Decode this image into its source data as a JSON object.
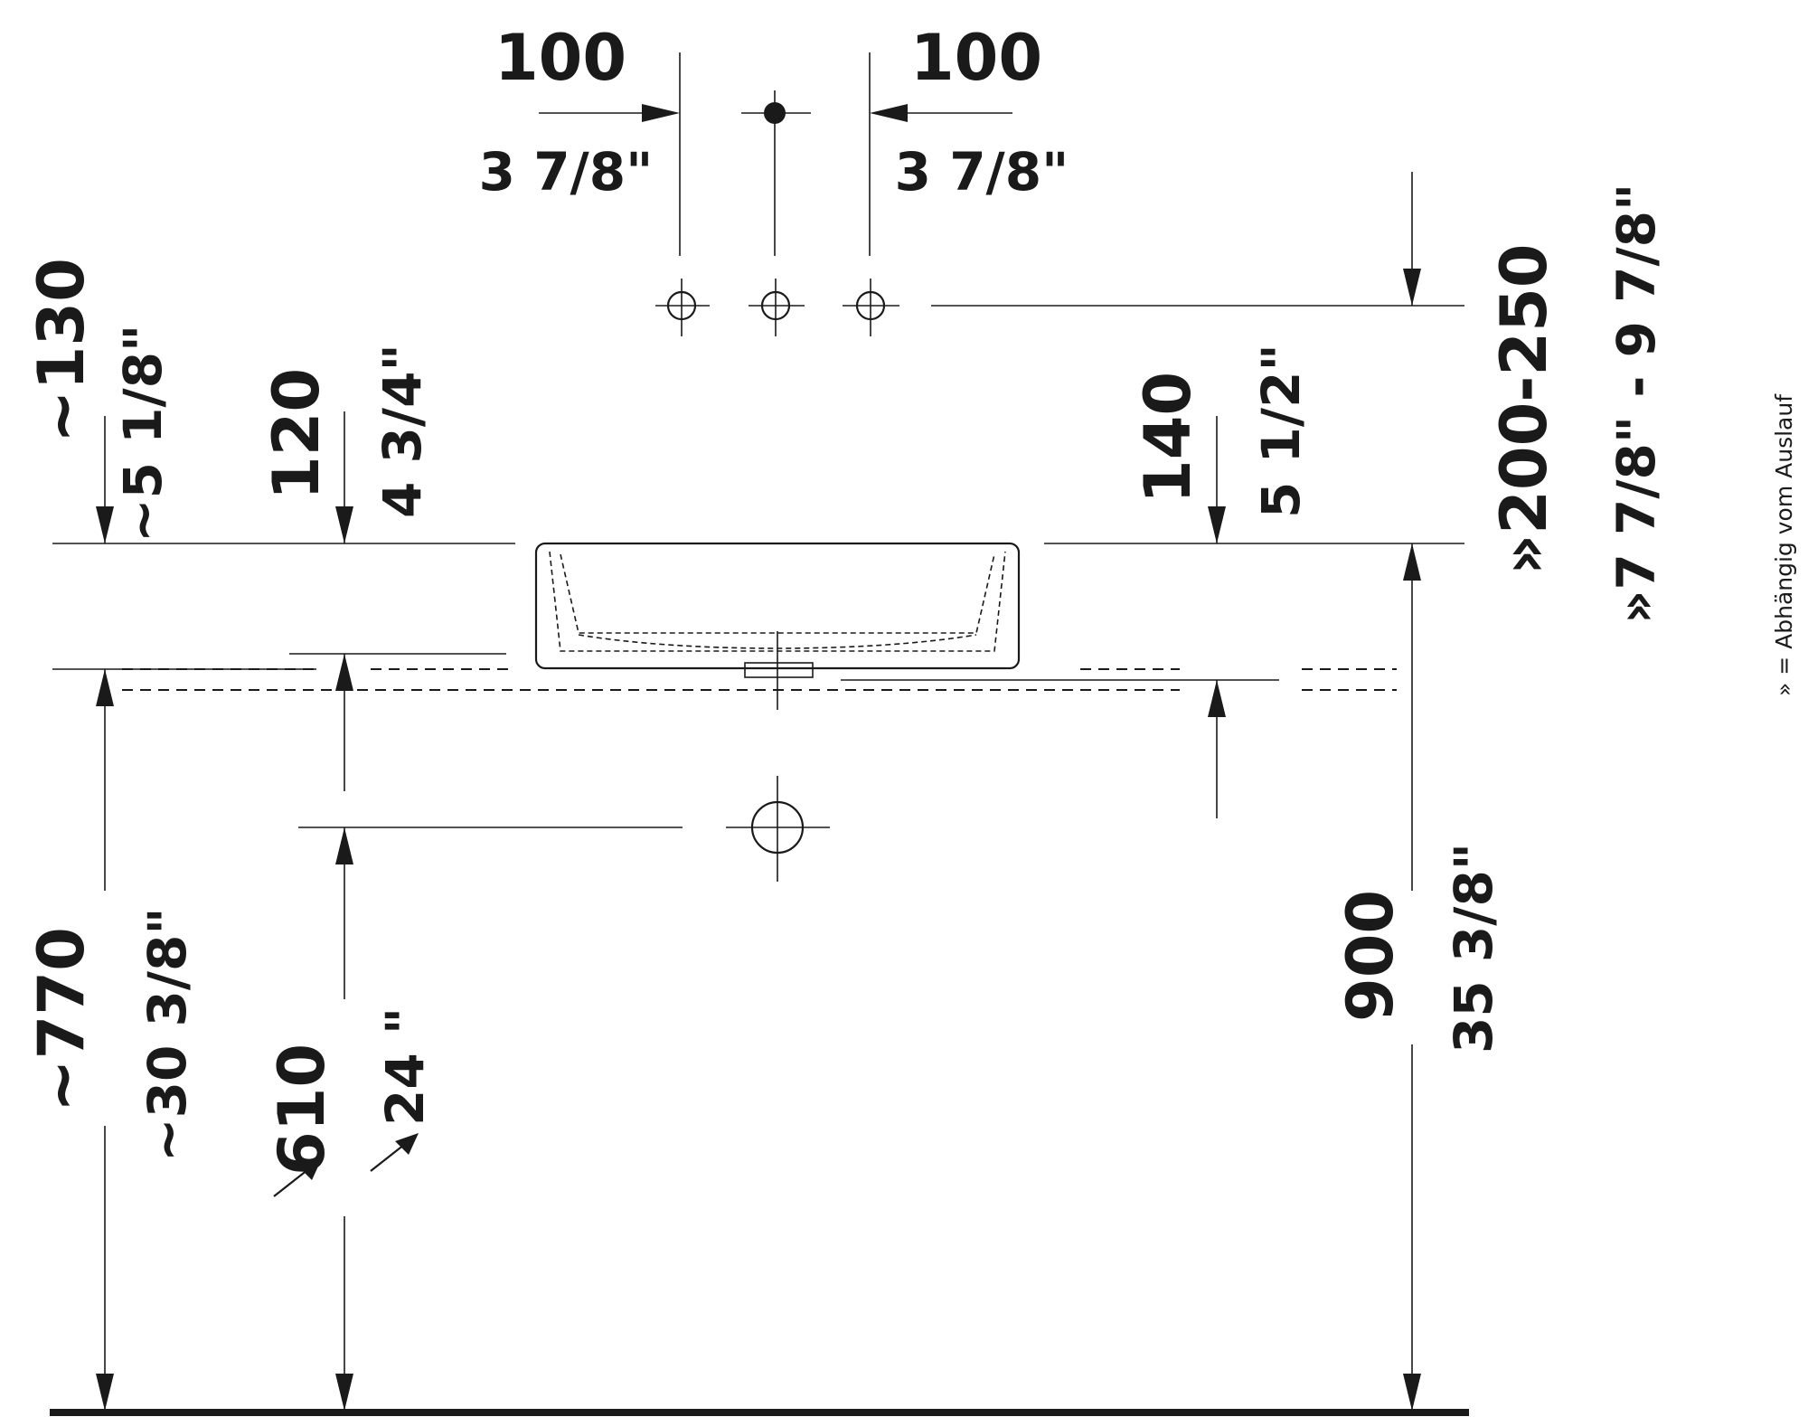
{
  "dimensions": {
    "spacing_left_mm": "100",
    "spacing_left_in": "3 7/8\"",
    "spacing_right_mm": "100",
    "spacing_right_in": "3 7/8\"",
    "rim_to_top_left_mm": "~130",
    "rim_to_top_left_in": "~5 1/8\"",
    "tap_height_mm": "120",
    "tap_height_in": "4 3/4\"",
    "basin_height_mm": "140",
    "basin_height_in": "5 1/2\"",
    "tap_range_mm": "»200-250",
    "tap_range_in": "»7 7/8\" - 9 7/8\"",
    "counter_height_mm": "~770",
    "counter_height_in": "~30 3/8\"",
    "drain_height_mm": "610",
    "drain_height_in": "24 \"",
    "rim_height_mm": "900",
    "rim_height_in": "35 3/8\""
  },
  "legend": {
    "note": "» = Abhängig vom Auslauf"
  }
}
